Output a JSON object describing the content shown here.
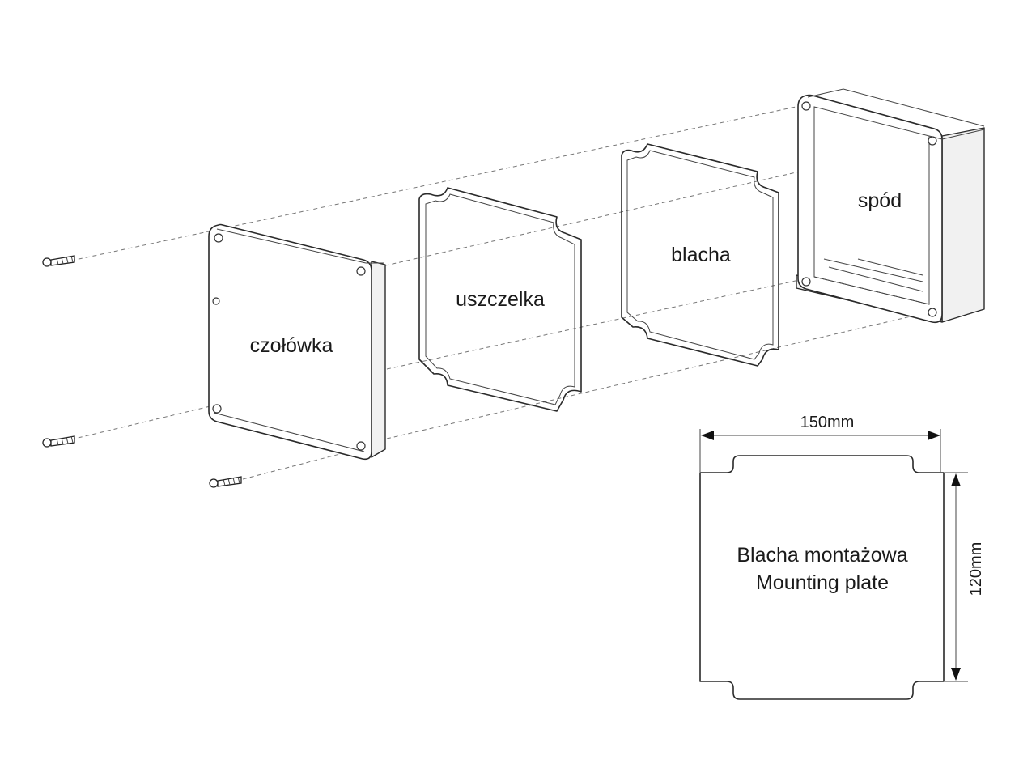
{
  "labels": {
    "front_cover": "czołówka",
    "gasket": "uszczelka",
    "plate": "blacha",
    "base": "spód"
  },
  "mounting_plate": {
    "title_line1": "Blacha montażowa",
    "title_line2": "Mounting plate",
    "width_label": "150mm",
    "height_label": "120mm"
  }
}
